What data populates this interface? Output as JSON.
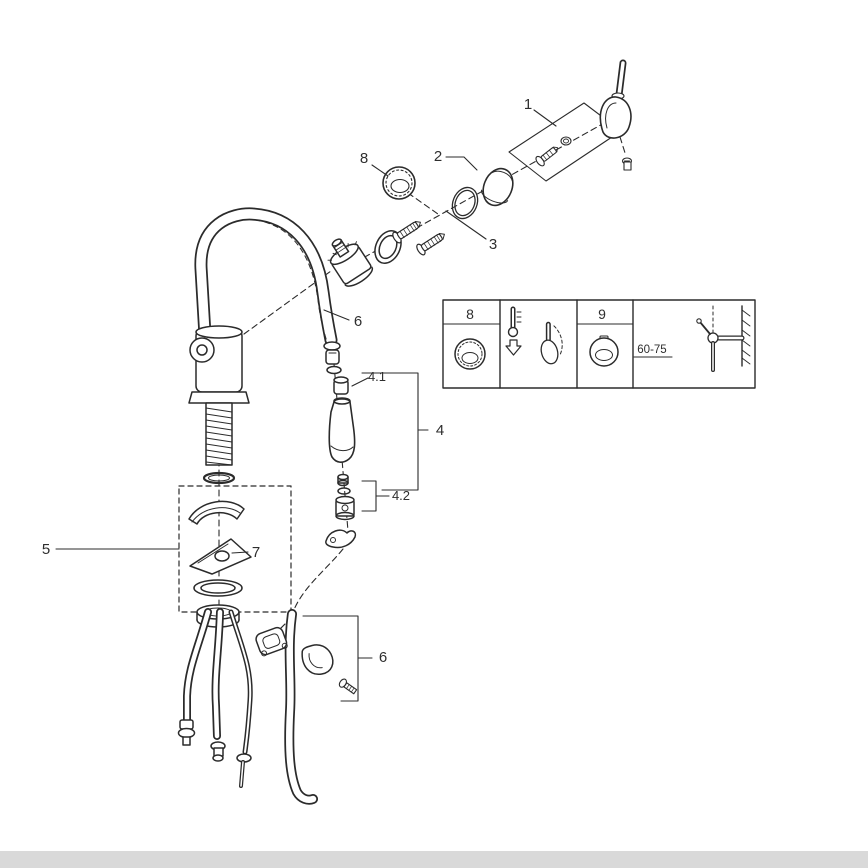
{
  "page": {
    "background": "#ffffff",
    "line_color": "#2b2b2b",
    "footer_bar_color": "#d9d9d9"
  },
  "diagram": {
    "callouts": {
      "c1": "1",
      "c2": "2",
      "c3": "3",
      "c4": "4",
      "c41": "4.1",
      "c42": "4.2",
      "c5": "5",
      "c6a": "6",
      "c6b": "6",
      "c7": "7",
      "c8": "8"
    },
    "legend": {
      "col8": "8",
      "col9": "9",
      "range": "60-75"
    }
  }
}
